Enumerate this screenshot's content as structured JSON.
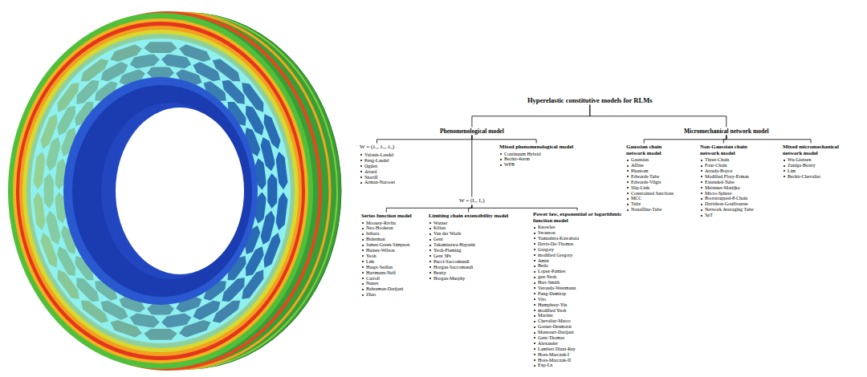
{
  "diagram": {
    "nodes": [
      {
        "text": [
          "Hyperelastic constitutive models for RLMs"
        ]
      },
      {
        "text": [
          "Phenomenological model"
        ]
      },
      {
        "text": [
          "Micromechanical network model"
        ]
      },
      {
        "text": [
          "W = (λ₁, λ₂, λ₃)",
          "Valanis-Landel",
          "Peng-Landel",
          "Ogden",
          "Attard",
          "Shariff",
          "Arman-Narooei"
        ]
      },
      {
        "text": [
          "W = (I₁, I₂)"
        ]
      },
      {
        "text": [
          "Mixed phenomenological model",
          "Continuum Hybrid",
          "Bechir-4term",
          "WFB"
        ]
      },
      {
        "text": [
          "Series function model",
          "Mooney-Rivlin",
          "Neo-Hookean",
          "Isihara",
          "Biderman",
          "James-Green-Simpson",
          "Haines-Wilson",
          "Yeoh",
          "Lim",
          "Haupt-Sedlan",
          "Hartmann-Neff",
          "Carroll",
          "Nunes",
          "Bahreman-Darijani",
          "Zhao"
        ]
      },
      {
        "text": [
          "Limiting chain extensibility model",
          "Warner",
          "Kilian",
          "Van der Waals",
          "Gent",
          "Takamizawa-Hayashi",
          "Yeoh-Fleming",
          "Gent 3Ps",
          "Pucci-Saccomandi",
          "Horgan-Saccomandi",
          "Beatty",
          "Horgan-Murphy"
        ]
      },
      {
        "text": [
          "Power law, exponential or logarithmic function model",
          "Knowles",
          "Swanson",
          "Yamashita-Kawabata",
          "Davis-De-Thomas",
          "Gregory",
          "modified Gregory",
          "Amin",
          "Beda",
          "Lopez-Pamies",
          "gen-Yeoh",
          "Hart-Smith",
          "Veronda-Westmann",
          "Fung-Demiray",
          "Vito",
          "Humphrey-Yin",
          "modified Yeoh",
          "Martins",
          "Chevalier-Marco",
          "Gornet-Desmorat",
          "Mansouri-Darijani",
          "Gent-Thomas",
          "Alexander",
          "Lambert Diani-Rey",
          "Hoss-Marczak-I",
          "Hoss-Marczak-II",
          "Exp-Ln"
        ]
      },
      {
        "text": [
          "Gaussian chain network model",
          "Gaussian",
          "Affine",
          "Phantom",
          "Edwards-Tube",
          "Edwards-Vilgis",
          "Slip-Link",
          "Constrained Junctions",
          "MCC",
          "Tube",
          "Nonaffine-Tube"
        ]
      },
      {
        "text": [
          "Non-Gaussian chain network model",
          "Three-Chain",
          "Four-Chain",
          "Arruda-Boyce",
          "Modified Flory-Erman",
          "Extended-Tube",
          "Meissner-Matějka",
          "Micro-Sphere",
          "Bootstrapped-8-Chain",
          "Davidson-Goulbourne",
          "Network Averaging Tube",
          "SpT"
        ]
      },
      {
        "text": [
          "Mixed micromechanical network model",
          "Wu-Giessen",
          "Zuniga-Beatty",
          "Lim",
          "Bechir-Chevalier"
        ]
      }
    ],
    "edges": [
      {
        "from": 0,
        "to": 1,
        "arrow": "none"
      },
      {
        "from": 0,
        "to": 2,
        "arrow": "none"
      },
      {
        "from": 1,
        "to": 3,
        "arrow": "none"
      },
      {
        "from": 1,
        "to": 4,
        "arrow": "none"
      },
      {
        "from": 1,
        "to": 5,
        "arrow": "none"
      },
      {
        "from": 4,
        "to": 6,
        "arrow": "none"
      },
      {
        "from": 4,
        "to": 7,
        "arrow": "none"
      },
      {
        "from": 4,
        "to": 8,
        "arrow": "none"
      },
      {
        "from": 2,
        "to": 9,
        "arrow": "none"
      },
      {
        "from": 2,
        "to": 10,
        "arrow": "none"
      },
      {
        "from": 2,
        "to": 11,
        "arrow": "none"
      }
    ]
  }
}
